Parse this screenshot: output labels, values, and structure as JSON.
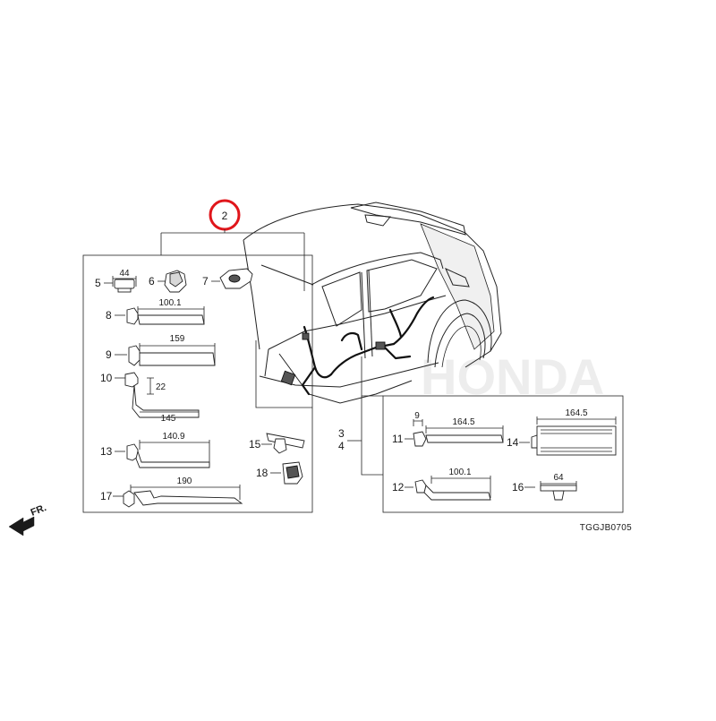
{
  "diagram": {
    "highlighted_callout": "2",
    "highlight_color": "#e0161b",
    "callouts": [
      "3",
      "4",
      "5",
      "6",
      "7",
      "8",
      "9",
      "10",
      "11",
      "12",
      "13",
      "14",
      "15",
      "16",
      "17",
      "18"
    ],
    "dimensions": {
      "d5": "44",
      "d8": "100.1",
      "d9": "159",
      "d10a": "22",
      "d10b": "145",
      "d13": "140.9",
      "d17": "190",
      "d11a": "9",
      "d11b": "164.5",
      "d14": "164.5",
      "d12": "100.1",
      "d16": "64"
    },
    "front_indicator": "FR.",
    "diagram_code": "TGGJB0705",
    "watermark_text": "HONDA"
  }
}
